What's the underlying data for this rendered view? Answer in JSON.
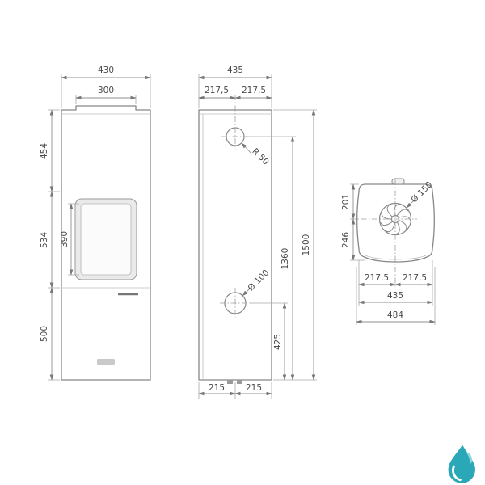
{
  "drawing": {
    "front_view": {
      "width_total": "430",
      "width_top_inset": "300",
      "height_upper": "454",
      "height_middle": "534",
      "glass_height": "390",
      "height_base": "500"
    },
    "side_view": {
      "width_total": "435",
      "width_left_half": "217,5",
      "width_right_half": "217,5",
      "flue_radius": "R 50",
      "height_total": "1500",
      "flue_center_height": "1360",
      "rear_outlet_diameter": "Ø 100",
      "rear_outlet_height": "425",
      "base_left_half": "215",
      "base_right_half": "215"
    },
    "top_view": {
      "flue_diameter": "Ø 150",
      "flue_center_from_back": "201",
      "flue_center_to_front": "246",
      "width_left_half": "217,5",
      "width_right_half": "217,5",
      "width_body": "435",
      "width_max": "484"
    }
  },
  "colors": {
    "line": "#878787",
    "dimension": "#8f8f8f",
    "text": "#4a4a4a",
    "logo_teal": "#2ba8b8",
    "logo_light": "#8fd6de",
    "white": "#ffffff"
  }
}
